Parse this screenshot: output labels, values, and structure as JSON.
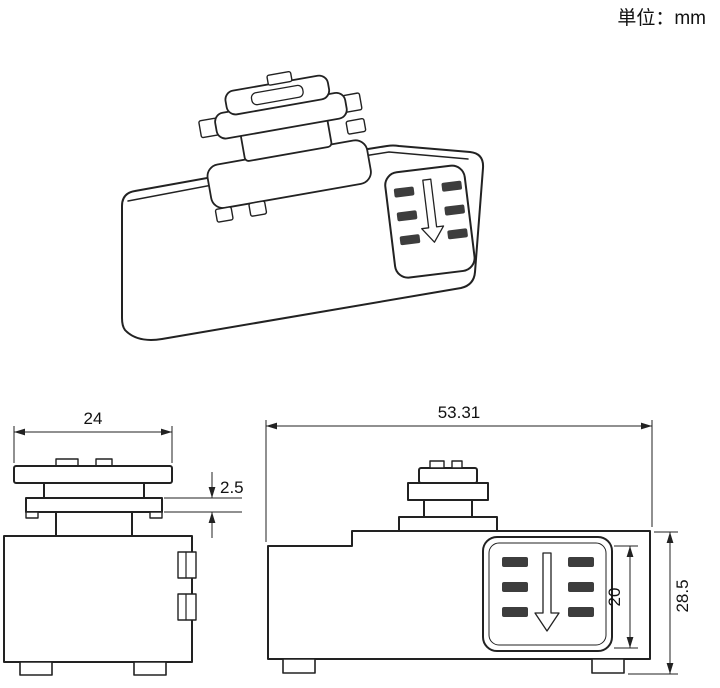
{
  "unit_label": "単位：mm",
  "dimensions": {
    "top_width": "24",
    "plate_thickness": "2.5",
    "total_length": "53.31",
    "panel_height": "20",
    "total_height": "28.5"
  },
  "colors": {
    "line": "#222222",
    "slot_fill": "#3d3d3d",
    "background": "#ffffff"
  }
}
